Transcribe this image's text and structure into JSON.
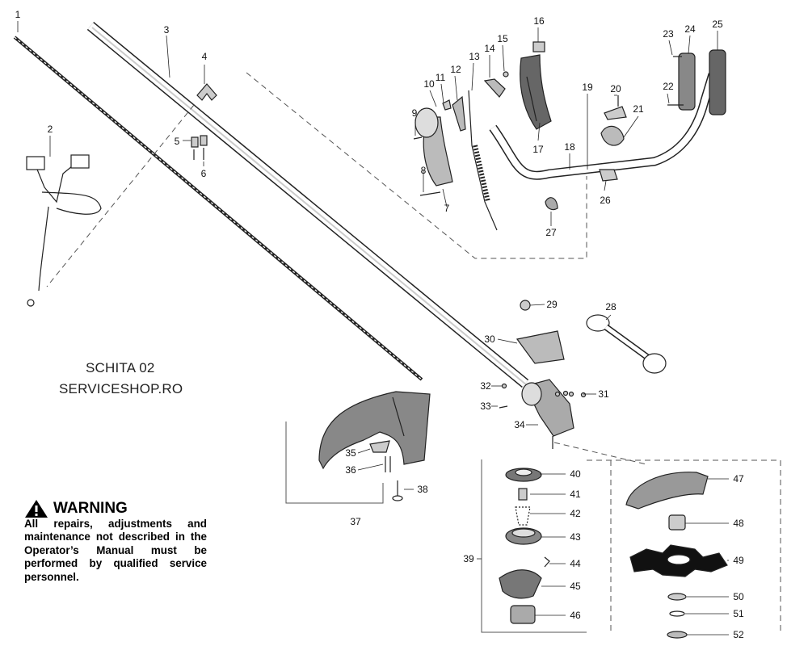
{
  "sheet": {
    "title": "SCHITA 02",
    "source": "SERVICESHOP.RO"
  },
  "warning": {
    "title": "WARNING",
    "body": "All repairs, adjustments and maintenance not described in the Operator’s Manual must be performed by qualified service personnel.",
    "icon": "warning-triangle-icon"
  },
  "callouts": [
    "1",
    "2",
    "3",
    "4",
    "5",
    "6",
    "7",
    "8",
    "9",
    "10",
    "11",
    "12",
    "13",
    "14",
    "15",
    "16",
    "17",
    "18",
    "19",
    "20",
    "21",
    "22",
    "23",
    "24",
    "25",
    "26",
    "27",
    "28",
    "29",
    "30",
    "31",
    "32",
    "33",
    "34",
    "35",
    "36",
    "37",
    "38",
    "39",
    "40",
    "41",
    "42",
    "43",
    "44",
    "45",
    "46",
    "47",
    "48",
    "49",
    "50",
    "51",
    "52"
  ]
}
